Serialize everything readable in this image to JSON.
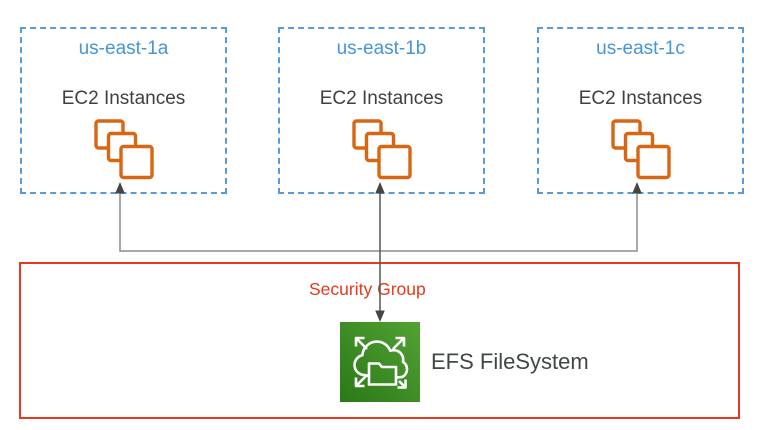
{
  "zones": [
    {
      "name": "us-east-1a",
      "service": "EC2 Instances"
    },
    {
      "name": "us-east-1b",
      "service": "EC2 Instances"
    },
    {
      "name": "us-east-1c",
      "service": "EC2 Instances"
    }
  ],
  "security_group": {
    "label": "Security Group"
  },
  "efs": {
    "label": "EFS FileSystem"
  },
  "icons": {
    "ec2": "ec2-instances-icon",
    "efs": "efs-filesystem-icon",
    "connectors": "connector-arrows"
  },
  "colors": {
    "zone_border_blue": "#5B9BD5",
    "zone_label_blue": "#4596D9",
    "text_dark_gray": "#404040",
    "ec2_orange": "#D86613",
    "security_red": "#E7391B",
    "connector_gray": "#8C8C8C",
    "arrowhead_gray": "#454545",
    "efs_green_dark": "#2B7818",
    "efs_green_light": "#52A233"
  }
}
